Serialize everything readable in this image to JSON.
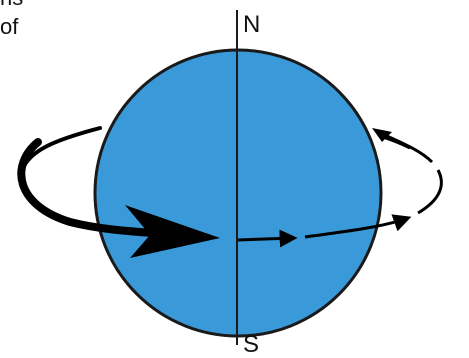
{
  "caption": {
    "line1": "ns",
    "line2": "of"
  },
  "poles": {
    "north": "N",
    "south": "S"
  },
  "colors": {
    "globe_fill": "#3a9ad9",
    "globe_stroke": "#1a1a1a",
    "axis": "#1a1a1a",
    "orbit_arrow": "#000000",
    "background": "#ffffff"
  },
  "icons": {
    "big_arrow": "arrow-right-icon",
    "small_arrows": "arrow-right-icon"
  }
}
